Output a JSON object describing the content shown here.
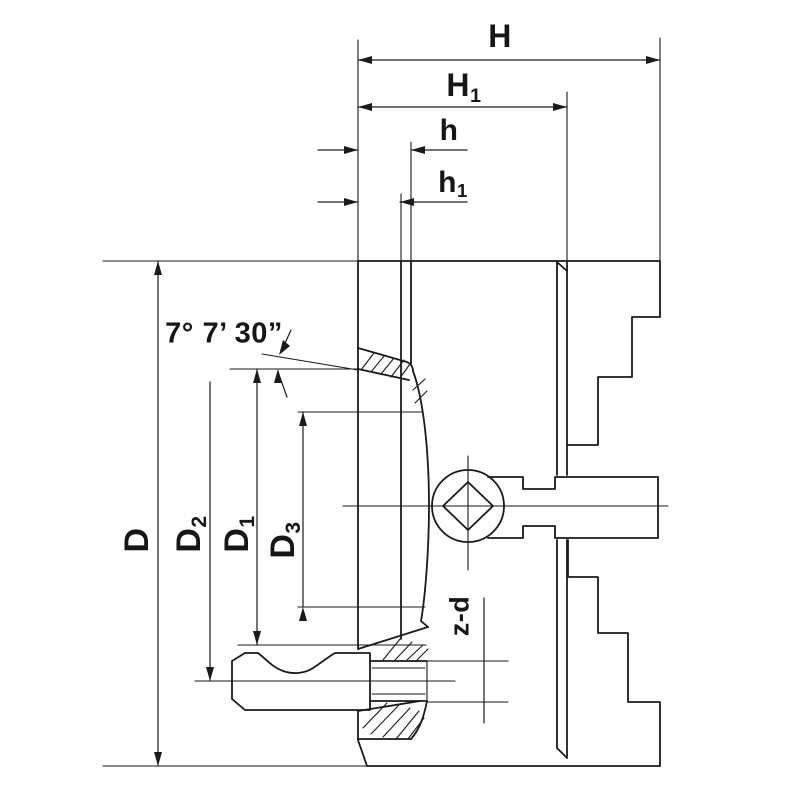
{
  "drawing": {
    "type": "lathe-chuck-cross-section",
    "colors": {
      "line": "#1a1a1a",
      "background": "#ffffff"
    },
    "labels": {
      "H": {
        "main": "H",
        "sub": ""
      },
      "H1": {
        "main": "H",
        "sub": "1"
      },
      "h": {
        "main": "h",
        "sub": ""
      },
      "h1": {
        "main": "h",
        "sub": "1"
      },
      "angle": "7° 7’ 30”",
      "D": {
        "main": "D",
        "sub": ""
      },
      "D2": {
        "main": "D",
        "sub": "2"
      },
      "D1": {
        "main": "D",
        "sub": "1"
      },
      "D3": {
        "main": "D",
        "sub": "3"
      },
      "zd": {
        "main": "z-d",
        "sub": ""
      }
    }
  }
}
